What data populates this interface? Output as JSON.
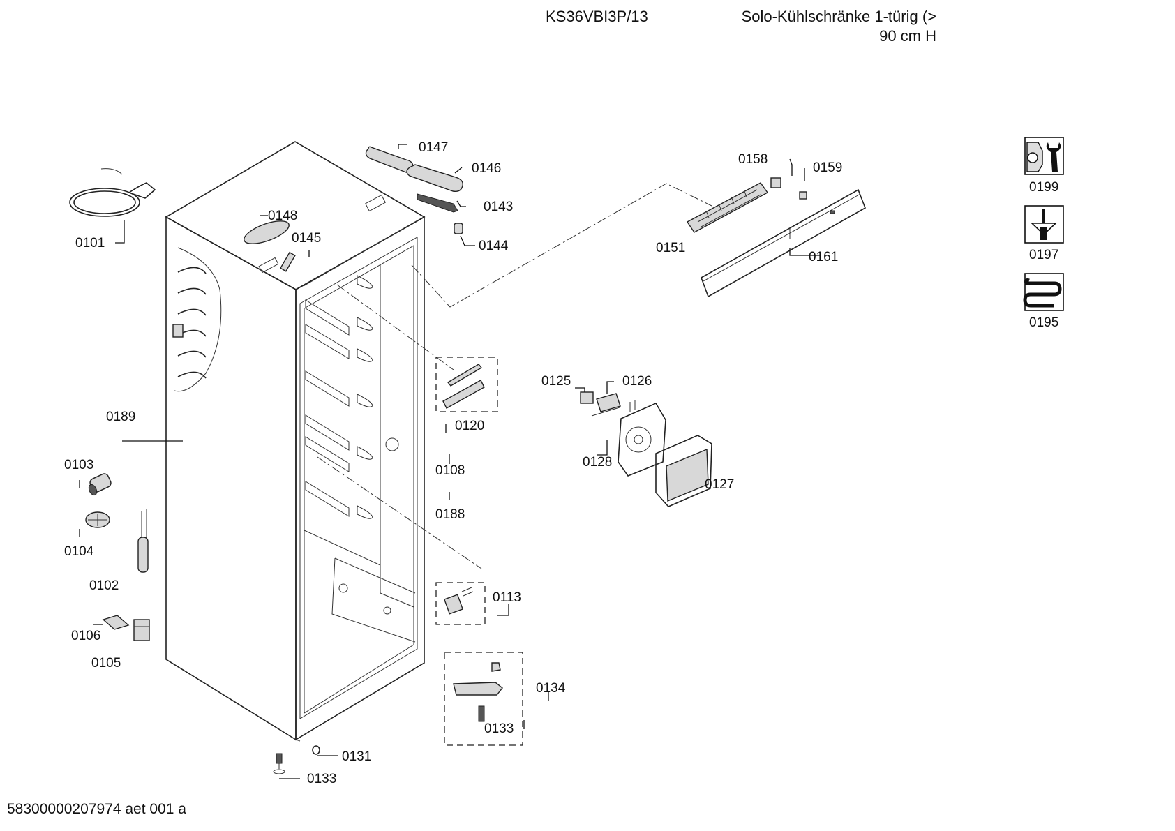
{
  "header": {
    "model": "KS36VBI3P/13",
    "title_line1": "Solo-Kühlschränke 1-türig (>",
    "title_line2": "90 cm H"
  },
  "footer": "58300000207974 aet 001 a",
  "parts": {
    "p0101": "0101",
    "p0102": "0102",
    "p0103": "0103",
    "p0104": "0104",
    "p0105": "0105",
    "p0106": "0106",
    "p0108": "0108",
    "p0113": "0113",
    "p0120": "0120",
    "p0125": "0125",
    "p0126": "0126",
    "p0127": "0127",
    "p0128": "0128",
    "p0131": "0131",
    "p0133a": "0133",
    "p0133b": "0133",
    "p0134": "0134",
    "p0143": "0143",
    "p0144": "0144",
    "p0145": "0145",
    "p0146": "0146",
    "p0147": "0147",
    "p0148": "0148",
    "p0151": "0151",
    "p0158": "0158",
    "p0159": "0159",
    "p0161": "0161",
    "p0188": "0188",
    "p0189": "0189",
    "p0195": "0195",
    "p0197": "0197",
    "p0199": "0199"
  },
  "icons": {
    "i0199": "tools-wrench-nut-icon",
    "i0197": "screwdriver-icon",
    "i0195": "evaporator-coil-icon"
  }
}
